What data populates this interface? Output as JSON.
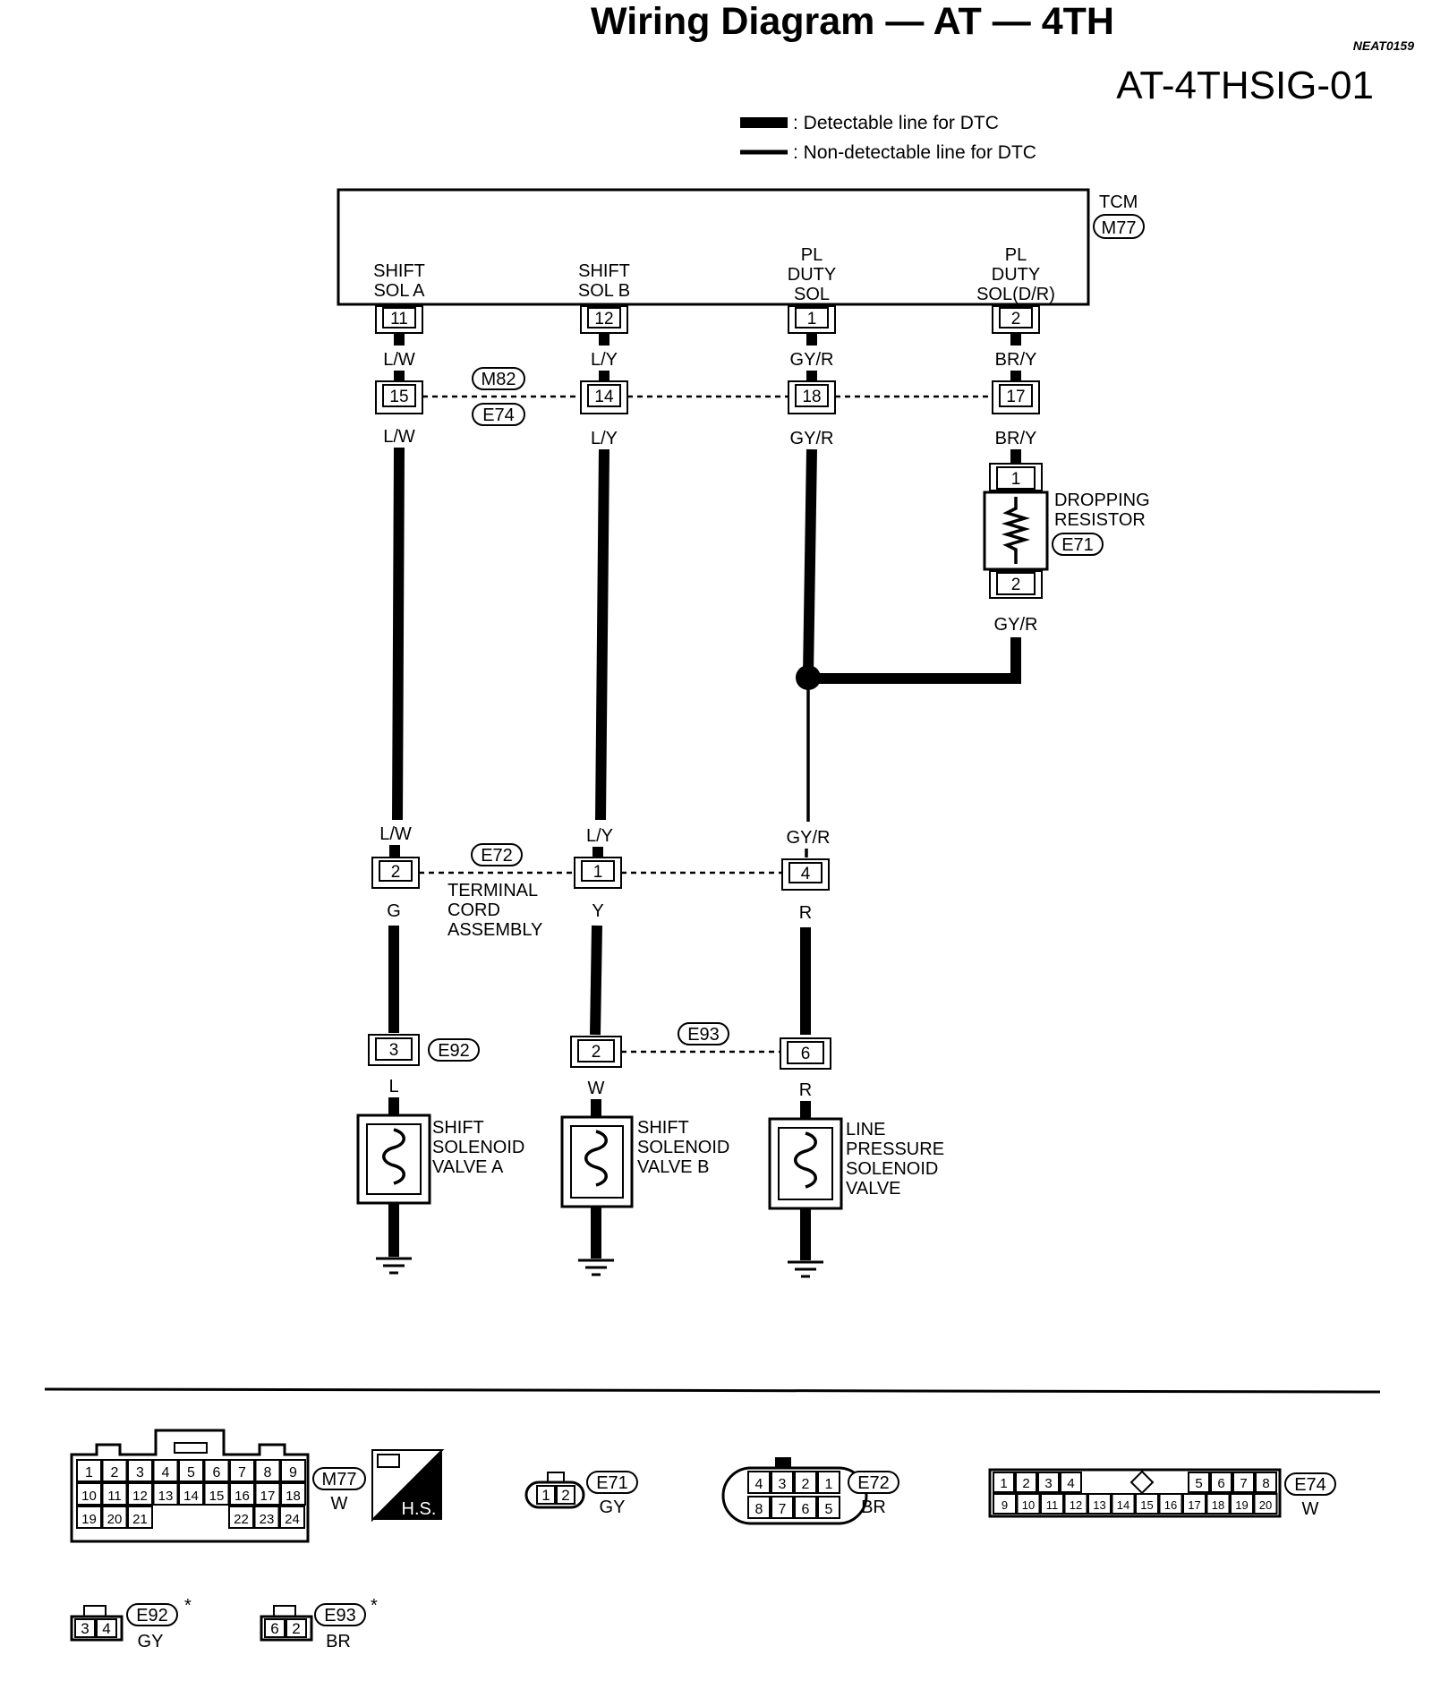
{
  "header": {
    "title": "Wiring Diagram — AT — 4TH",
    "ref_code": "NEAT0159",
    "diagram_code": "AT-4THSIG-01"
  },
  "legend": {
    "detectable": ": Detectable line for DTC",
    "non_detectable": ": Non-detectable line for DTC"
  },
  "tcm": {
    "name": "TCM",
    "connector": "M77",
    "terminals": [
      {
        "label_line1": "SHIFT",
        "label_line2": "SOL A",
        "label_line3": "",
        "pin": "11",
        "wire": "L/W"
      },
      {
        "label_line1": "SHIFT",
        "label_line2": "SOL B",
        "label_line3": "",
        "pin": "12",
        "wire": "L/Y"
      },
      {
        "label_line1": "PL",
        "label_line2": "DUTY",
        "label_line3": "SOL",
        "pin": "1",
        "wire": "GY/R"
      },
      {
        "label_line1": "PL",
        "label_line2": "DUTY",
        "label_line3": "SOL(D/R)",
        "pin": "2",
        "wire": "BR/Y"
      }
    ]
  },
  "joint_m82_e74": {
    "top_connector": "M82",
    "bottom_connector": "E74",
    "pins": [
      "15",
      "14",
      "18",
      "17"
    ],
    "wires_below": [
      "L/W",
      "L/Y",
      "GY/R",
      "BR/Y"
    ]
  },
  "resistor": {
    "line1": "DROPPING",
    "line2": "RESISTOR",
    "connector": "E71",
    "pin_top": "1",
    "pin_bottom": "2",
    "wire_out": "GY/R"
  },
  "joint_e72": {
    "connector": "E72",
    "wires_above": [
      "L/W",
      "L/Y",
      "GY/R"
    ],
    "pins": [
      "2",
      "1",
      "4"
    ],
    "wires_below": [
      "G",
      "Y",
      "R"
    ],
    "label_line1": "TERMINAL",
    "label_line2": "CORD",
    "label_line3": "ASSEMBLY"
  },
  "lower_connectors": {
    "e92": "E92",
    "e92_pin": "3",
    "e93": "E93",
    "e93_pins": [
      "2",
      "6"
    ],
    "wires": [
      "L",
      "W",
      "R"
    ]
  },
  "solenoids": [
    {
      "line1": "SHIFT",
      "line2": "SOLENOID",
      "line3": "VALVE A",
      "line4": ""
    },
    {
      "line1": "SHIFT",
      "line2": "SOLENOID",
      "line3": "VALVE B",
      "line4": ""
    },
    {
      "line1": "LINE",
      "line2": "PRESSURE",
      "line3": "SOLENOID",
      "line4": "VALVE"
    }
  ],
  "connector_views": {
    "m77": {
      "id": "M77",
      "color": "W",
      "hs": "H.S.",
      "row1": [
        "1",
        "2",
        "3",
        "4",
        "5",
        "6",
        "7",
        "8",
        "9"
      ],
      "row2": [
        "10",
        "11",
        "12",
        "13",
        "14",
        "15",
        "16",
        "17",
        "18"
      ],
      "row3a": [
        "19",
        "20",
        "21"
      ],
      "row3b": [
        "22",
        "23",
        "24"
      ]
    },
    "e71": {
      "id": "E71",
      "color": "GY",
      "pins": [
        "1",
        "2"
      ]
    },
    "e72": {
      "id": "E72",
      "color": "BR",
      "top": [
        "4",
        "3",
        "2",
        "1"
      ],
      "bottom": [
        "8",
        "7",
        "6",
        "5"
      ]
    },
    "e74": {
      "id": "E74",
      "color": "W",
      "top_left": [
        "1",
        "2",
        "3",
        "4"
      ],
      "top_right": [
        "5",
        "6",
        "7",
        "8"
      ],
      "bottom": [
        "9",
        "10",
        "11",
        "12",
        "13",
        "14",
        "15",
        "16",
        "17",
        "18",
        "19",
        "20"
      ]
    },
    "e92": {
      "id": "E92",
      "color": "GY",
      "pins": [
        "3",
        "4"
      ],
      "mark": "*"
    },
    "e93": {
      "id": "E93",
      "color": "BR",
      "pins": [
        "6",
        "2"
      ],
      "mark": "*"
    }
  }
}
